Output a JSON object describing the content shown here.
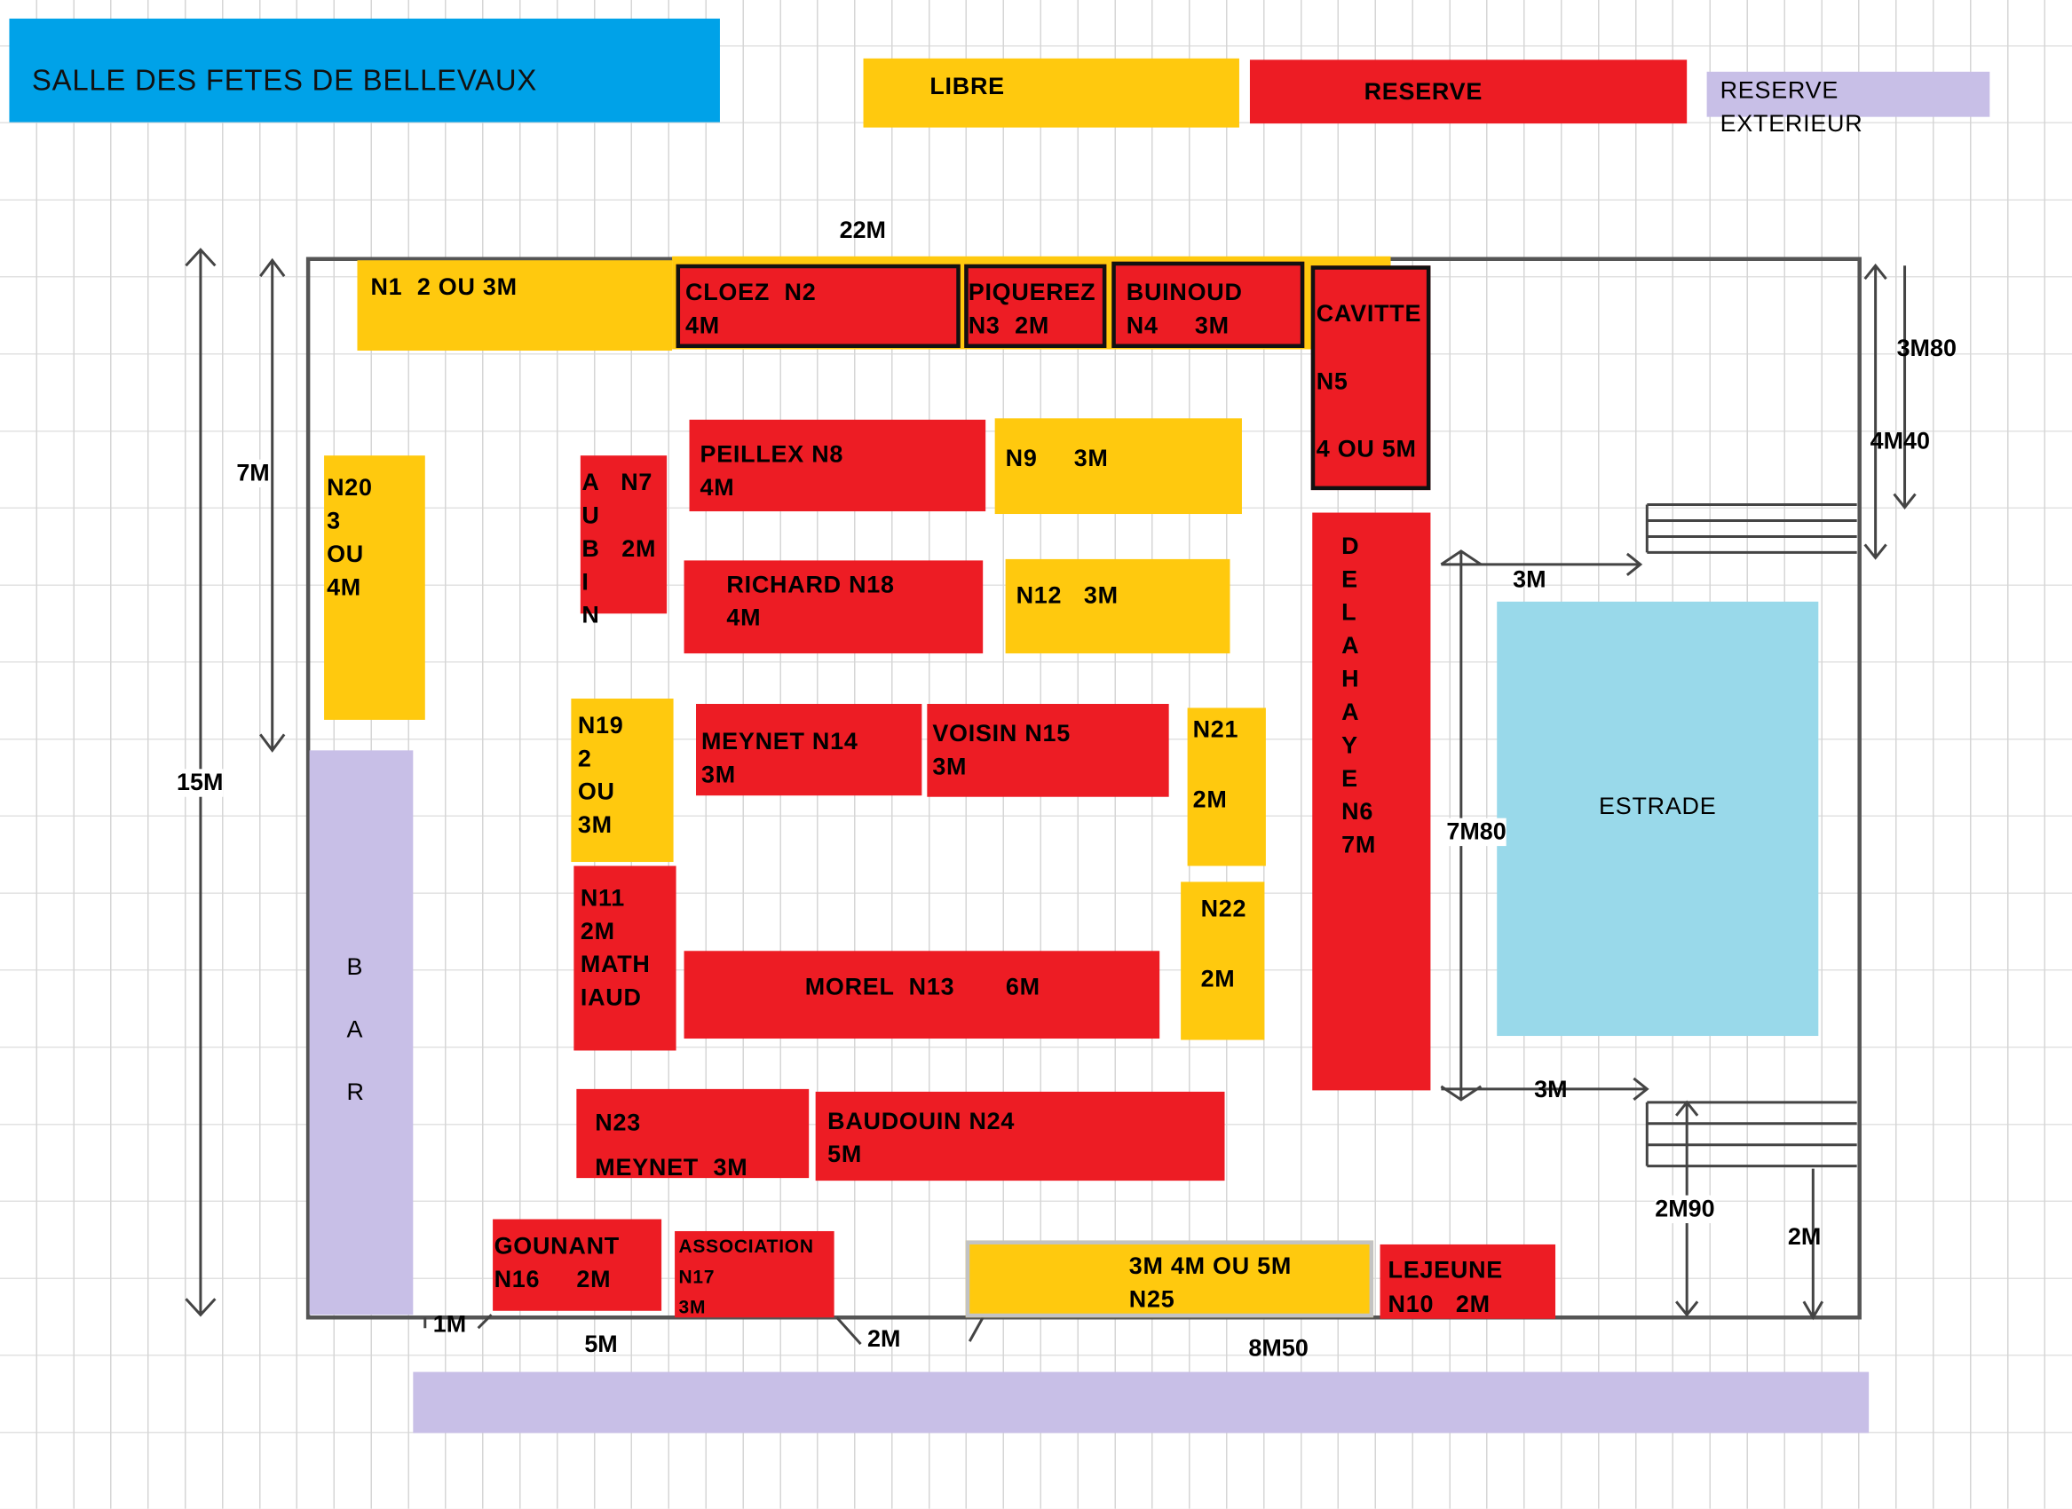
{
  "title": "SALLE DES FETES DE BELLEVAUX",
  "legend": {
    "free": "LIBRE",
    "reserved": "RESERVE",
    "reserved_outside": "RESERVE EXTERIEUR"
  },
  "colors": {
    "title_bg": "#00a2e8",
    "free": "#ffc90e",
    "reserved": "#ed1c24",
    "outside": "#c8bfe7",
    "stage": "#99d9ea"
  },
  "stands": {
    "n1": [
      "N1  2 OU 3M"
    ],
    "n2": [
      "CLOEZ  N2",
      "4M"
    ],
    "n3": [
      "PIQUEREZ",
      "N3  2M"
    ],
    "n4": [
      "BUINOUD",
      "N4     3M"
    ],
    "n5": [
      "CAVITTE",
      "N5",
      "4 OU 5M"
    ],
    "n8": [
      "PEILLEX N8",
      "4M"
    ],
    "n9": [
      "N9     3M"
    ],
    "n7": [
      "A   N7",
      "U",
      "B   2M",
      "I",
      "N"
    ],
    "n20": [
      "N20",
      "3",
      "OU",
      "4M"
    ],
    "n18": [
      "RICHARD N18",
      "4M"
    ],
    "n12": [
      "N12   3M"
    ],
    "n6": [
      "D",
      "E",
      "L",
      "A",
      "H",
      "A",
      "Y",
      "E",
      "N6",
      "7M"
    ],
    "n19": [
      "N19",
      "2",
      "OU",
      "3M"
    ],
    "n14": [
      "MEYNET N14",
      "3M"
    ],
    "n15": [
      "VOISIN N15",
      "3M"
    ],
    "n21": [
      "N21",
      "2M"
    ],
    "n11": [
      "N11",
      "2M",
      "MATH",
      "IAUD"
    ],
    "n22": [
      "N22",
      "2M"
    ],
    "n13": [
      "MOREL  N13       6M"
    ],
    "n23": [
      "N23",
      "MEYNET  3M"
    ],
    "n24": [
      "BAUDOUIN N24",
      "5M"
    ],
    "n16": [
      "GOUNANT",
      "N16     2M"
    ],
    "n17": [
      "ASSOCIATION",
      "N17",
      "3M"
    ],
    "n25": [
      "3M 4M OU 5M",
      "N25"
    ],
    "n10": [
      "LEJEUNE",
      "N10   2M"
    ]
  },
  "bar": [
    "B",
    "A",
    "R"
  ],
  "stage": "ESTRADE",
  "dimensions": {
    "top": "22M",
    "right_top": "3M80",
    "right_mid": "4M40",
    "left_7": "7M",
    "left_15": "15M",
    "stage_top": "3M",
    "stage_side": "7M80",
    "stage_bottom": "3M",
    "stairs": "2M90",
    "right_bottom": "2M",
    "bottom_1": "1M",
    "bottom_5": "5M",
    "bottom_2": "2M",
    "bottom_8": "8M50"
  }
}
